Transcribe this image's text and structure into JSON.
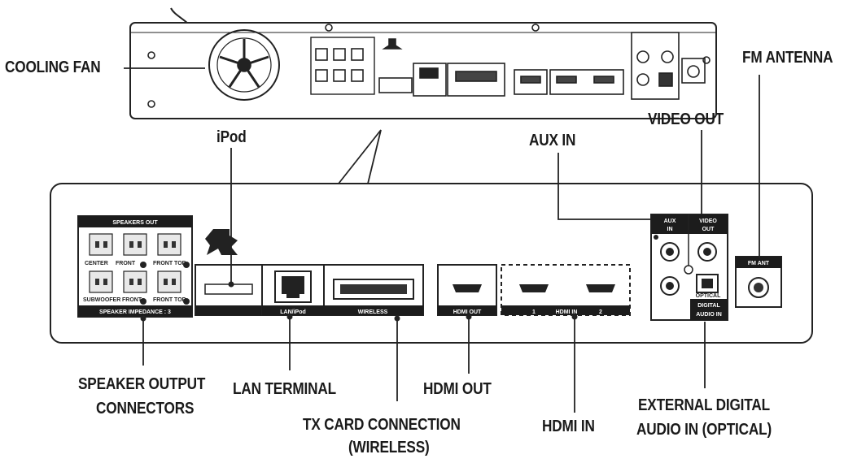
{
  "callouts": {
    "cooling_fan": "COOLING FAN",
    "fm_antenna": "FM ANTENNA",
    "video_out": "VIDEO OUT",
    "aux_in": "AUX IN",
    "ipod": "iPod",
    "speaker_output_1": "SPEAKER OUTPUT",
    "speaker_output_2": "CONNECTORS",
    "lan_terminal": "LAN TERMINAL",
    "hdmi_out": "HDMI OUT",
    "tx_card_1": "TX CARD CONNECTION",
    "tx_card_2": "(WIRELESS)",
    "hdmi_in": "HDMI IN",
    "ext_digital_1": "EXTERNAL DIGITAL",
    "ext_digital_2": "AUDIO IN (OPTICAL)"
  },
  "panel_labels": {
    "speakers_out": "SPEAKERS OUT",
    "center": "CENTER",
    "front": "FRONT",
    "front_top": "FRONT TOP",
    "subwoofer": "SUBWOOFER",
    "front_2": "FRONT",
    "front_top_2": "FRONT TOP",
    "speaker_impedance": "SPEAKER IMPEDANCE : 3",
    "lan_ipod": "LAN/iPod",
    "wireless": "WIRELESS",
    "hdmi_out_port": "HDMI OUT",
    "hdmi_in_port": "HDMI IN",
    "hdmi_in_1": "1",
    "hdmi_in_2": "2",
    "aux_in_1": "AUX",
    "aux_in_2": "IN",
    "video_out_1": "VIDEO",
    "video_out_2": "OUT",
    "optical": "OPTICAL",
    "digital_audio_1": "DIGITAL",
    "digital_audio_2": "AUDIO IN",
    "fm_ant": "FM ANT"
  }
}
